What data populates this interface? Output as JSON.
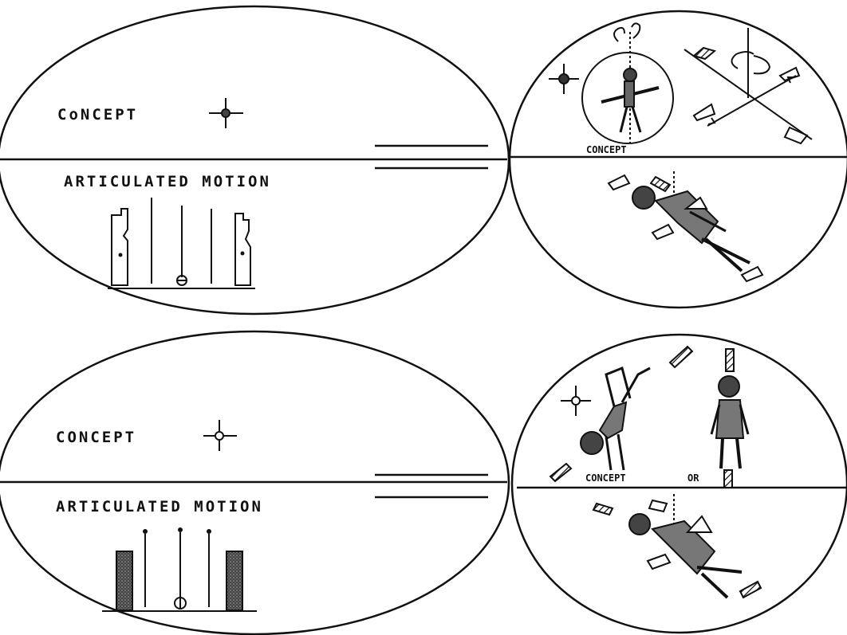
{
  "panels": {
    "top_left": {
      "concept_label": "CoNCEPT",
      "motion_label": "ARTICULATED MOTION"
    },
    "top_right": {
      "concept_label": "CONCEPT"
    },
    "bottom_left": {
      "concept_label": "CONCEPT",
      "motion_label": "ARTICULATED MOTION"
    },
    "bottom_right": {
      "concept_label": "CONCEPT",
      "or_label": "OR"
    }
  },
  "colors": {
    "ink": "#111111",
    "paper": "#ffffff",
    "shade": "#555555"
  }
}
